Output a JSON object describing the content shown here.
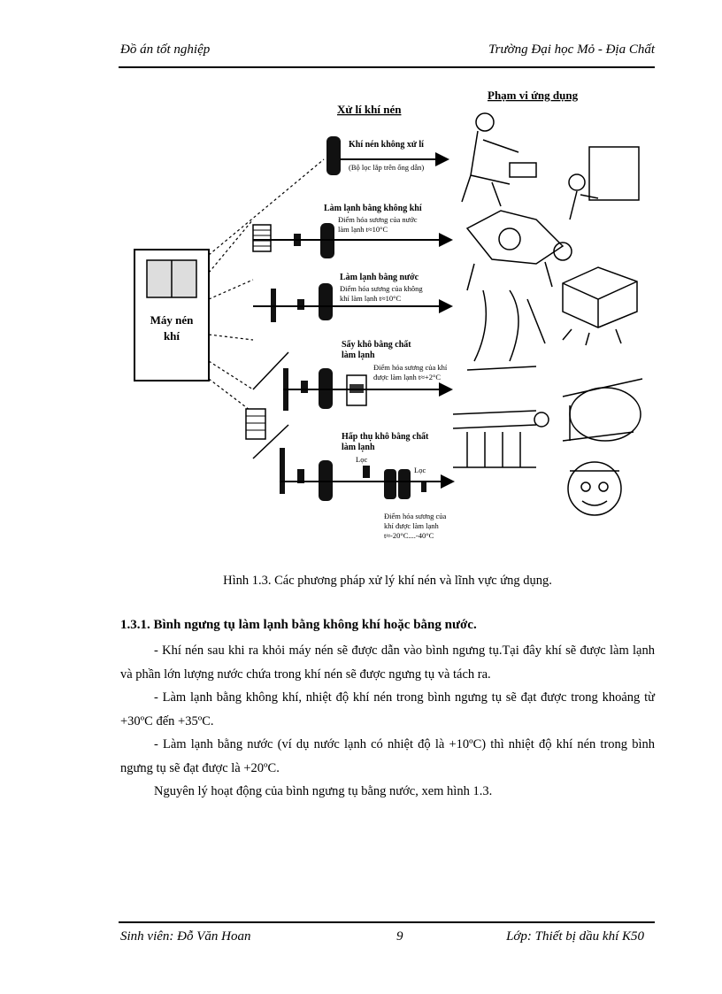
{
  "header": {
    "left": "Đồ án tốt nghiệp",
    "right": "Trường Đại học Mỏ - Địa Chất"
  },
  "figure": {
    "col_process": "Xử lí khí nén",
    "col_apps": "Phạm vi ứng dụng",
    "compressor": [
      "Máy nén",
      "khí"
    ],
    "methods": [
      {
        "title": "Khí nén không xử lí",
        "note": [
          "(Bộ lọc lắp trên ống dẫn)"
        ]
      },
      {
        "title": "Làm lạnh bằng không khí",
        "note": [
          "Điểm hóa sương của nước",
          "làm lạnh t≈10°C"
        ]
      },
      {
        "title": "Làm lạnh bằng nước",
        "note": [
          "Điểm hóa sương của không",
          "khí làm lạnh t≈10°C"
        ]
      },
      {
        "title": "Sấy khô bằng chất",
        "title2": "làm lạnh",
        "note": [
          "Điểm hóa sương của khí",
          "được làm lạnh t≈+2°C"
        ]
      },
      {
        "title": "Hấp thụ khô bằng chất",
        "title2": "làm lạnh",
        "note": [
          "Điểm hóa sương của",
          "khí được làm lạnh",
          "t≈-20°C....-40°C"
        ]
      }
    ],
    "filter1": "Lọc",
    "filter2": "Lọc"
  },
  "caption": "Hình 1.3. Các phương pháp xử lý khí nén và lĩnh vực ứng dụng.",
  "section_heading": "1.3.1. Bình ngưng tụ làm lạnh bằng không khí hoặc bằng nước.",
  "paragraphs": [
    "- Khí nén sau khi ra khỏi máy nén sẽ được dẫn vào bình ngưng tụ.Tại đây khí sẽ được làm lạnh và phần lớn lượng nước chứa trong khí nén sẽ được ngưng tụ và tách ra.",
    "- Làm lạnh bằng không khí, nhiệt độ khí nén trong bình ngưng tụ sẽ đạt được trong khoảng từ +30ºC đến +35ºC.",
    "- Làm lạnh bằng nước (ví dụ nước lạnh có nhiệt độ là +10ºC) thì nhiệt độ khí nén trong bình ngưng tụ sẽ đạt được là +20ºC.",
    "Nguyên lý hoạt động của bình ngưng tụ bằng nước, xem hình 1.3."
  ],
  "footer": {
    "student": "Sinh viên: Đỗ Văn Hoan",
    "page": "9",
    "class": "Lớp: Thiết bị dầu khí K50"
  }
}
